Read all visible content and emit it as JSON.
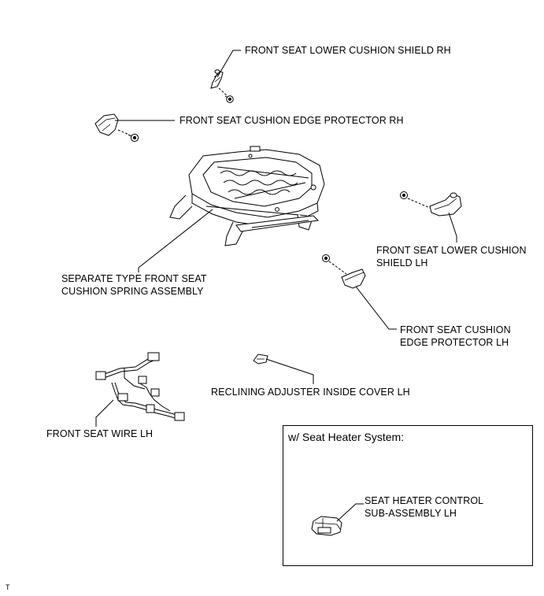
{
  "labels": {
    "lower_cushion_shield_rh": "FRONT SEAT LOWER CUSHION SHIELD RH",
    "cushion_edge_protector_rh": "FRONT SEAT CUSHION EDGE PROTECTOR RH",
    "lower_cushion_shield_lh": [
      "FRONT SEAT LOWER CUSHION",
      "SHIELD LH"
    ],
    "cushion_spring_assembly": [
      "SEPARATE TYPE FRONT SEAT",
      "CUSHION SPRING ASSEMBLY"
    ],
    "cushion_edge_protector_lh": [
      "FRONT SEAT CUSHION",
      "EDGE PROTECTOR LH"
    ],
    "reclining_adjuster_cover_lh": "RECLINING ADJUSTER INSIDE COVER LH",
    "seat_wire_lh": "FRONT SEAT WIRE LH",
    "seat_heater_control_lh": [
      "SEAT HEATER CONTROL",
      "SUB-ASSEMBLY LH"
    ]
  },
  "inset": {
    "title": "w/ Seat Heater System:"
  },
  "footer": {
    "code": "T"
  }
}
